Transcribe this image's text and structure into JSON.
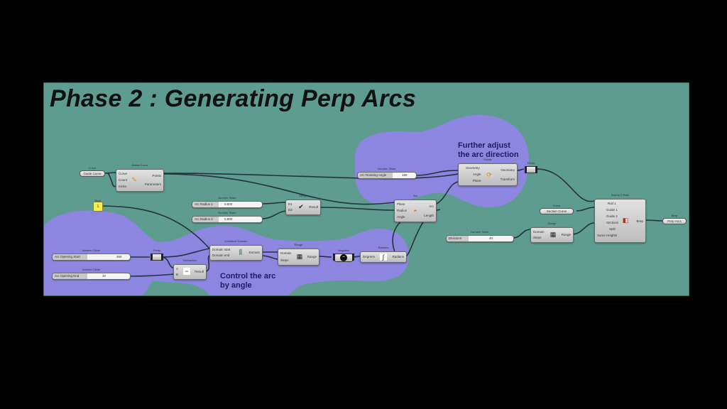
{
  "title": "Phase 2 : Generating Perp Arcs",
  "colors": {
    "background": "#000000",
    "canvas": "#5e9c90",
    "group_blob": "#8c86e0",
    "group_blob_outside": "#6a55b4",
    "toggle": "#f3ef52",
    "wire": "#24333a"
  },
  "notes": {
    "further_adjust": [
      "Further adjust",
      "the arc direction"
    ],
    "control_arc": [
      "Control the arc",
      "by angle"
    ]
  },
  "nodes": {
    "curve_param": {
      "caption": "Curve",
      "value": "Guide Curve"
    },
    "divide": {
      "caption": "Divide Curve",
      "inputs": [
        "Curve",
        "Count",
        "Kinks"
      ],
      "outputs": [
        "Points",
        "Parameters"
      ]
    },
    "toggle": {
      "caption": "Bool",
      "value": "1"
    },
    "slider_radius1": {
      "caption": "Number Slider",
      "label": "Arc Radius 1",
      "value": "0.500"
    },
    "slider_radius2": {
      "caption": "Number Slider",
      "label": "Arc Radius 2",
      "value": "0.800"
    },
    "merge": {
      "caption": "Merge",
      "inputs": [
        "D1",
        "D2"
      ],
      "output": "Result"
    },
    "rotate_slider": {
      "caption": "Number Slider",
      "label": "Arc Rotating Angle",
      "value": "180"
    },
    "rotate": {
      "caption": "Rotate",
      "inputs": [
        "Geometry",
        "Angle",
        "Plane"
      ],
      "outputs": [
        "Geometry",
        "Transform"
      ]
    },
    "arc": {
      "caption": "Arc",
      "inputs": [
        "Plane",
        "Radius",
        "Angle"
      ],
      "outputs": [
        "Arc",
        "Length"
      ]
    },
    "relay_top": {
      "caption": "Relay"
    },
    "sweep": {
      "caption": "Sweep 2 Rails",
      "inputs": [
        "Rail 1",
        "Guide 1",
        "Guide 2",
        "Sections",
        "Split",
        "Same Heights"
      ],
      "output": "Brep"
    },
    "section_panel": {
      "caption": "Curve",
      "value": "Section Curve"
    },
    "range_right": {
      "caption": "Range",
      "inputs": [
        "Domain",
        "Steps"
      ],
      "output": "Range"
    },
    "slider_count": {
      "caption": "Number Slider",
      "label": "Divisions",
      "value": "40"
    },
    "output_panel": {
      "caption": "Brep",
      "value": "Perp Arcs"
    },
    "slider_opening_start": {
      "caption": "Number Slider",
      "label": "Arc Opening Start",
      "value": "360"
    },
    "slider_opening_end": {
      "caption": "Number Slider",
      "label": "Arc Opening End",
      "value": "10"
    },
    "relay_left": {
      "caption": "Relay"
    },
    "subtraction": {
      "caption": "Subtraction",
      "inputs": [
        "A",
        "B"
      ],
      "output": "Result"
    },
    "construct_domain": {
      "caption": "Construct Domain",
      "inputs": [
        "Domain start",
        "Domain end"
      ],
      "output": "Domain"
    },
    "range_left": {
      "caption": "Range",
      "inputs": [
        "Domain",
        "Steps"
      ],
      "output": "Range"
    },
    "negative": {
      "caption": "Negative"
    },
    "radians": {
      "caption": "Radians",
      "input": "Degrees",
      "output": "Radians"
    }
  }
}
